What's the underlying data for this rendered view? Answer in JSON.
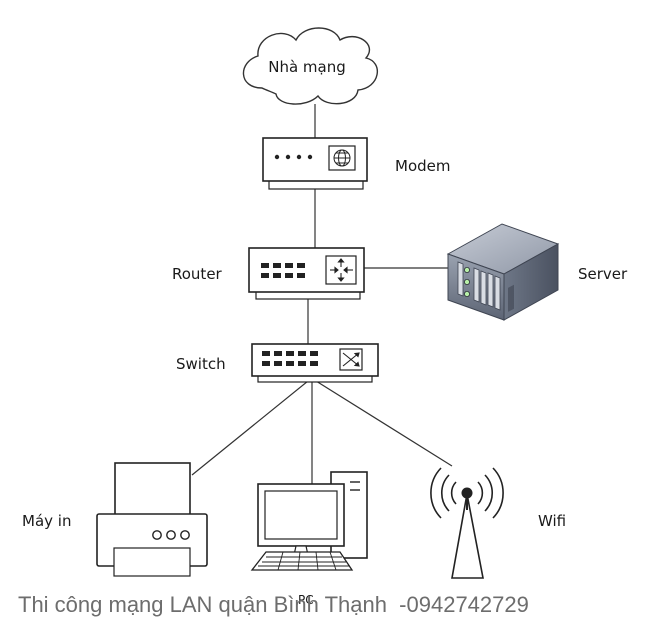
{
  "nodes": {
    "internet": "Nhà mạng",
    "modem": "Modem",
    "router": "Router",
    "server": "Server",
    "switch": "Switch",
    "printer": "Máy in",
    "pc": "PC",
    "wifi": "Wifi"
  },
  "watermark": {
    "text": "Thi công mạng LAN quận Bình Thạnh  -0942742729"
  }
}
